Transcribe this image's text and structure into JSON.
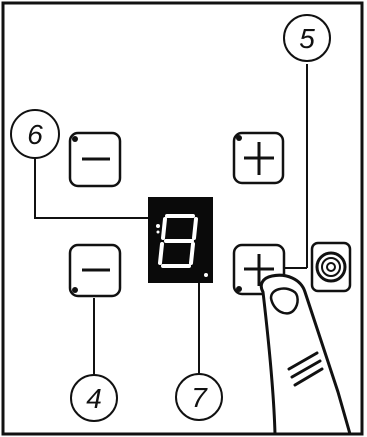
{
  "diagram": {
    "display": {
      "digit": "8"
    },
    "callouts": [
      {
        "id": "4",
        "label": "4"
      },
      {
        "id": "5",
        "label": "5"
      },
      {
        "id": "6",
        "label": "6"
      },
      {
        "id": "7",
        "label": "7"
      }
    ],
    "buttons": [
      {
        "name": "minus-button-upper",
        "symbol": "minus"
      },
      {
        "name": "plus-button-upper",
        "symbol": "plus"
      },
      {
        "name": "minus-button-lower",
        "symbol": "minus"
      },
      {
        "name": "plus-button-lower",
        "symbol": "plus"
      },
      {
        "name": "target-button",
        "symbol": "concentric-circles"
      }
    ],
    "colors": {
      "stroke": "#111111",
      "display_bg": "#0a0a0a",
      "display_digit": "#ffffff",
      "background": "#ffffff"
    }
  }
}
